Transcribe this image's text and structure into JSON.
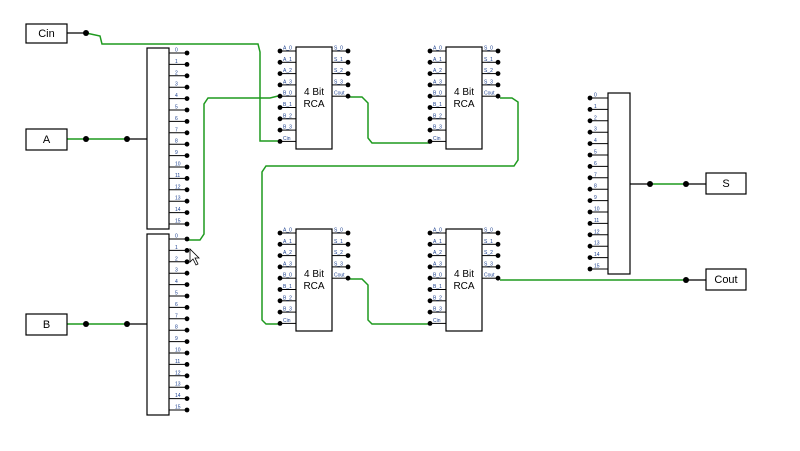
{
  "inputs": {
    "cin": "Cin",
    "a": "A",
    "b": "B"
  },
  "outputs": {
    "s": "S",
    "cout": "Cout"
  },
  "splitter_labels": [
    "0",
    "1",
    "2",
    "3",
    "4",
    "5",
    "6",
    "7",
    "8",
    "9",
    "10",
    "11",
    "12",
    "13",
    "14",
    "15"
  ],
  "rca": {
    "title_line1": "4 Bit",
    "title_line2": "RCA",
    "left_pins": [
      "A_0",
      "A_1",
      "A_2",
      "A_3",
      "B_0",
      "B_1",
      "B_2",
      "B_3",
      "Cin"
    ],
    "right_pins": [
      "S_0",
      "S_1",
      "S_2",
      "S_3",
      "Cout"
    ]
  }
}
